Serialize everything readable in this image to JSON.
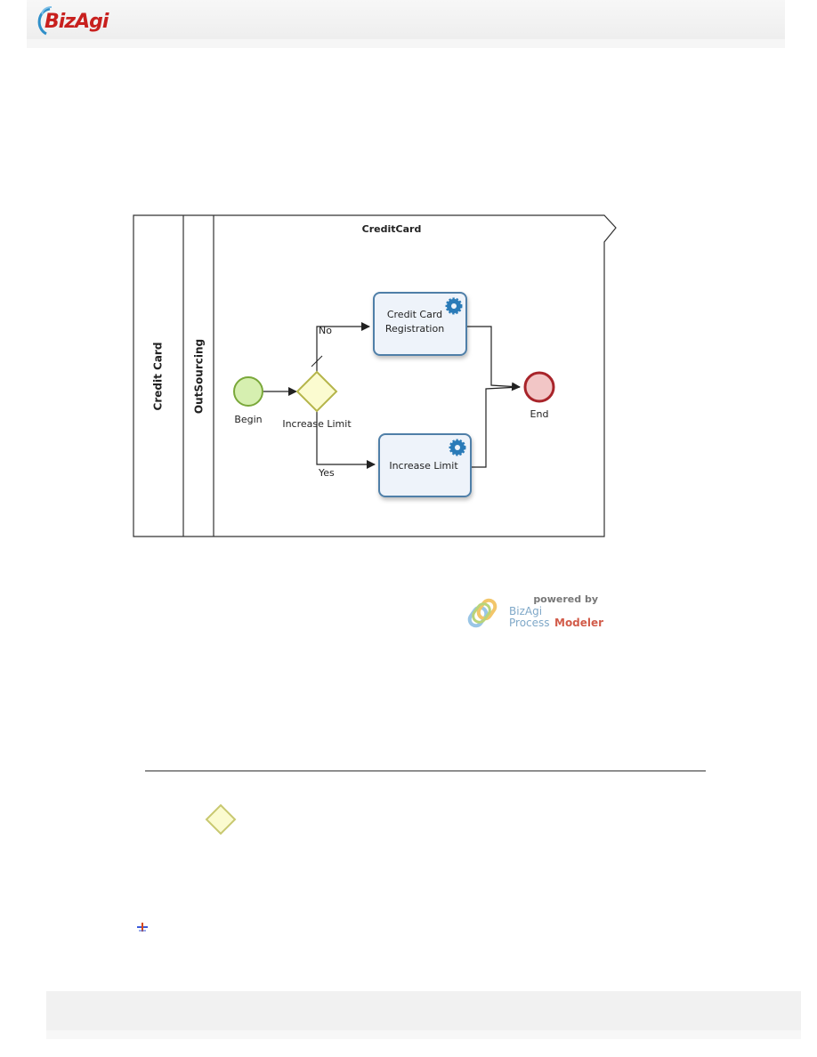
{
  "header": {
    "logo_text": "BizAgi"
  },
  "diagram": {
    "pool_name": "Credit Card",
    "lane_name": "OutSourcing",
    "process_name": "CreditCard",
    "start_event": "Begin",
    "gateway": "Increase Limit",
    "task_top": "Credit Card Registration",
    "task_top_line1": "Credit Card",
    "task_top_line2": "Registration",
    "task_bottom": "Increase Limit",
    "end_event": "End",
    "flow_no": "No",
    "flow_yes": "Yes"
  },
  "powered_by": {
    "line1": "powered by",
    "line2": "BizAgi",
    "line3a": "Process",
    "line3b": "Modeler"
  },
  "colors": {
    "start_fill": "#d6efb0",
    "start_stroke": "#7aa83a",
    "gateway_fill": "#fbfbd0",
    "gateway_stroke": "#b5b54a",
    "task_fill": "#eef3fa",
    "task_stroke": "#4f7fa8",
    "end_fill": "#f2c6c6",
    "end_stroke": "#a8242a",
    "gear": "#2a7bb8"
  }
}
